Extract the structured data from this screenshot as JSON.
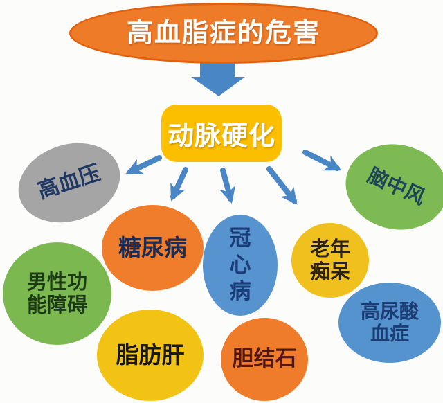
{
  "diagram": {
    "background": "#fcfcfa",
    "title": {
      "label": "高血脂症的危害",
      "fill": "#ee7b28",
      "border_color": "#e25f0e",
      "text_color": "#ffffff"
    },
    "central_node": {
      "label": "动脉硬化",
      "fill": "#fcbf00",
      "text_color": "#ffffff"
    },
    "arrow_color": "#4886c6",
    "nodes": [
      {
        "id": "hypertension",
        "label": "高血压",
        "fill": "#a5a5a5",
        "text_color": "#1f3864"
      },
      {
        "id": "stroke",
        "label": "脑中风",
        "fill": "#7eba54",
        "text_color": "#1d4457"
      },
      {
        "id": "diabetes",
        "label": "糖尿病",
        "fill": "#ef7d2b",
        "text_color": "#1b2d55"
      },
      {
        "id": "coronary-heart-disease",
        "label": "冠心病",
        "lines": [
          "冠",
          "心",
          "病"
        ],
        "fill": "#5794cf",
        "text_color": "#1b3c78"
      },
      {
        "id": "senile-dementia",
        "label": "老年痴呆",
        "lines": [
          "老年",
          "痴呆"
        ],
        "fill": "#f0c01e",
        "text_color": "#2b2212"
      },
      {
        "id": "male-dysfunction",
        "label": "男性功能障碍",
        "lines": [
          "男性功",
          "能障碍"
        ],
        "fill": "#7cb850",
        "text_color": "#1c3a14"
      },
      {
        "id": "hyperuricemia",
        "label": "高尿酸血症",
        "lines": [
          "高尿酸",
          "血症"
        ],
        "fill": "#5493ce",
        "text_color": "#1c3c74"
      },
      {
        "id": "fatty-liver",
        "label": "脂肪肝",
        "fill": "#f2c315",
        "text_color": "#181818"
      },
      {
        "id": "gallstones",
        "label": "胆结石",
        "fill": "#ee7c2b",
        "text_color": "#52180f"
      }
    ],
    "connections": [
      {
        "from": "高血脂症的危害",
        "to": "动脉硬化"
      },
      {
        "from": "动脉硬化",
        "to": "高血压"
      },
      {
        "from": "动脉硬化",
        "to": "糖尿病"
      },
      {
        "from": "动脉硬化",
        "to": "冠心病"
      },
      {
        "from": "动脉硬化",
        "to": "老年痴呆"
      },
      {
        "from": "动脉硬化",
        "to": "脑中风"
      }
    ]
  }
}
